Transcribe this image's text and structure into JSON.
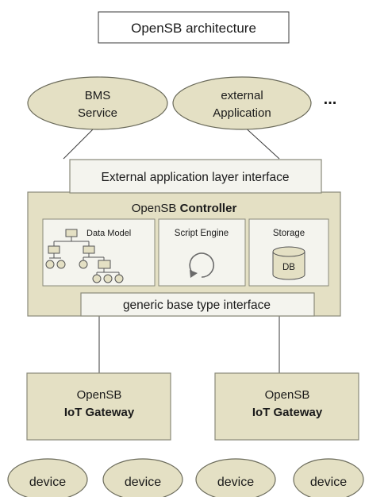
{
  "title": "OpenSB architecture",
  "clients": [
    {
      "line1": "BMS",
      "line2": "Service"
    },
    {
      "line1": "external",
      "line2": "Application"
    }
  ],
  "more_indicator": "...",
  "external_interface": "External application layer interface",
  "controller": {
    "name": "OpenSB",
    "name_bold": "Controller",
    "modules": {
      "data_model": "Data Model",
      "script_engine": "Script Engine",
      "storage": "Storage",
      "db": "DB"
    }
  },
  "base_interface": "generic base type interface",
  "gateways": [
    {
      "line1": "OpenSB",
      "line2": "IoT Gateway"
    },
    {
      "line1": "OpenSB",
      "line2": "IoT Gateway"
    }
  ],
  "devices": [
    "device",
    "device",
    "device",
    "device"
  ],
  "colors": {
    "fill": "#e4e0c4",
    "stroke": "#6a6a5a",
    "box_stroke": "#8a8a7a",
    "text": "#1a1a1a"
  }
}
